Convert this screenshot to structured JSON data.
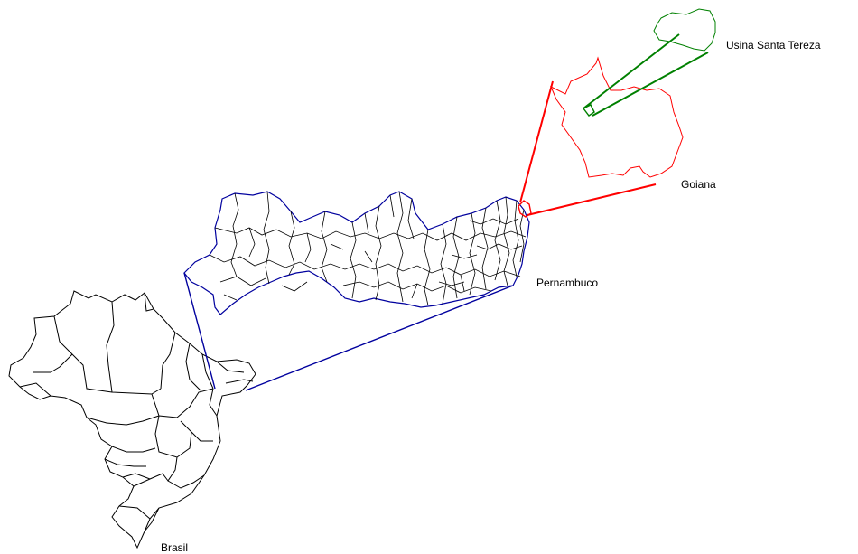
{
  "labels": {
    "brasil": "Brasil",
    "pernambuco": "Pernambuco",
    "goiana": "Goiana",
    "usina": "Usina Santa Tereza"
  },
  "colors": {
    "brasil": "#000000",
    "pernambuco": "#00009e",
    "goiana": "#ff0000",
    "usina": "#008000"
  }
}
